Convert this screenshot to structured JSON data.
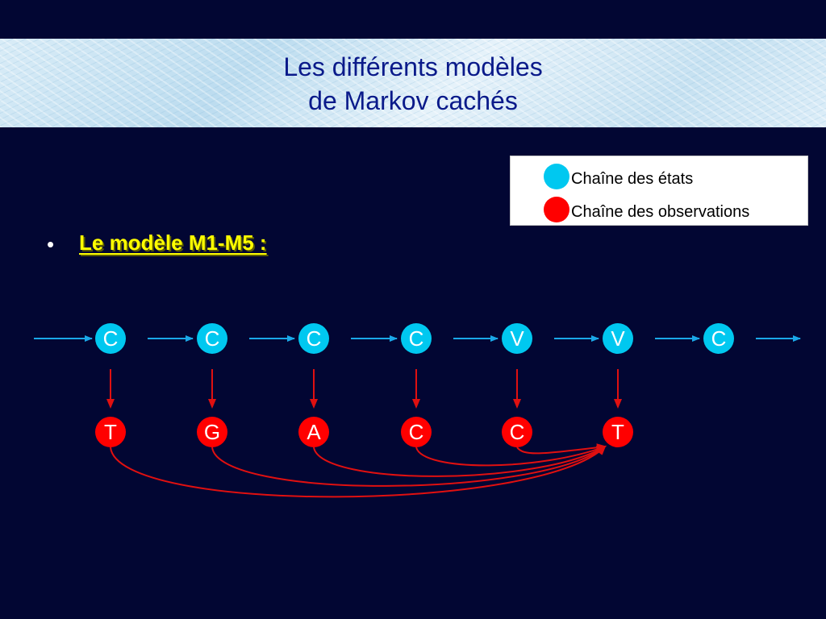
{
  "title": [
    "Les différents modèles",
    "de Markov cachés"
  ],
  "legend": {
    "items": [
      {
        "label": "Chaîne des états",
        "color": "#00c8f0"
      },
      {
        "label": "Chaîne des observations",
        "color": "#ff0000"
      }
    ]
  },
  "bullet": "•",
  "heading": "Le modèle M1-M5 :",
  "colors": {
    "state": "#00c8f0",
    "observation": "#ff0000",
    "arrow_blue": "#1aa8e8",
    "arrow_red": "#e01010"
  },
  "states": [
    "C",
    "C",
    "C",
    "C",
    "V",
    "V",
    "C"
  ],
  "observations": [
    "T",
    "G",
    "A",
    "C",
    "C",
    "T"
  ]
}
